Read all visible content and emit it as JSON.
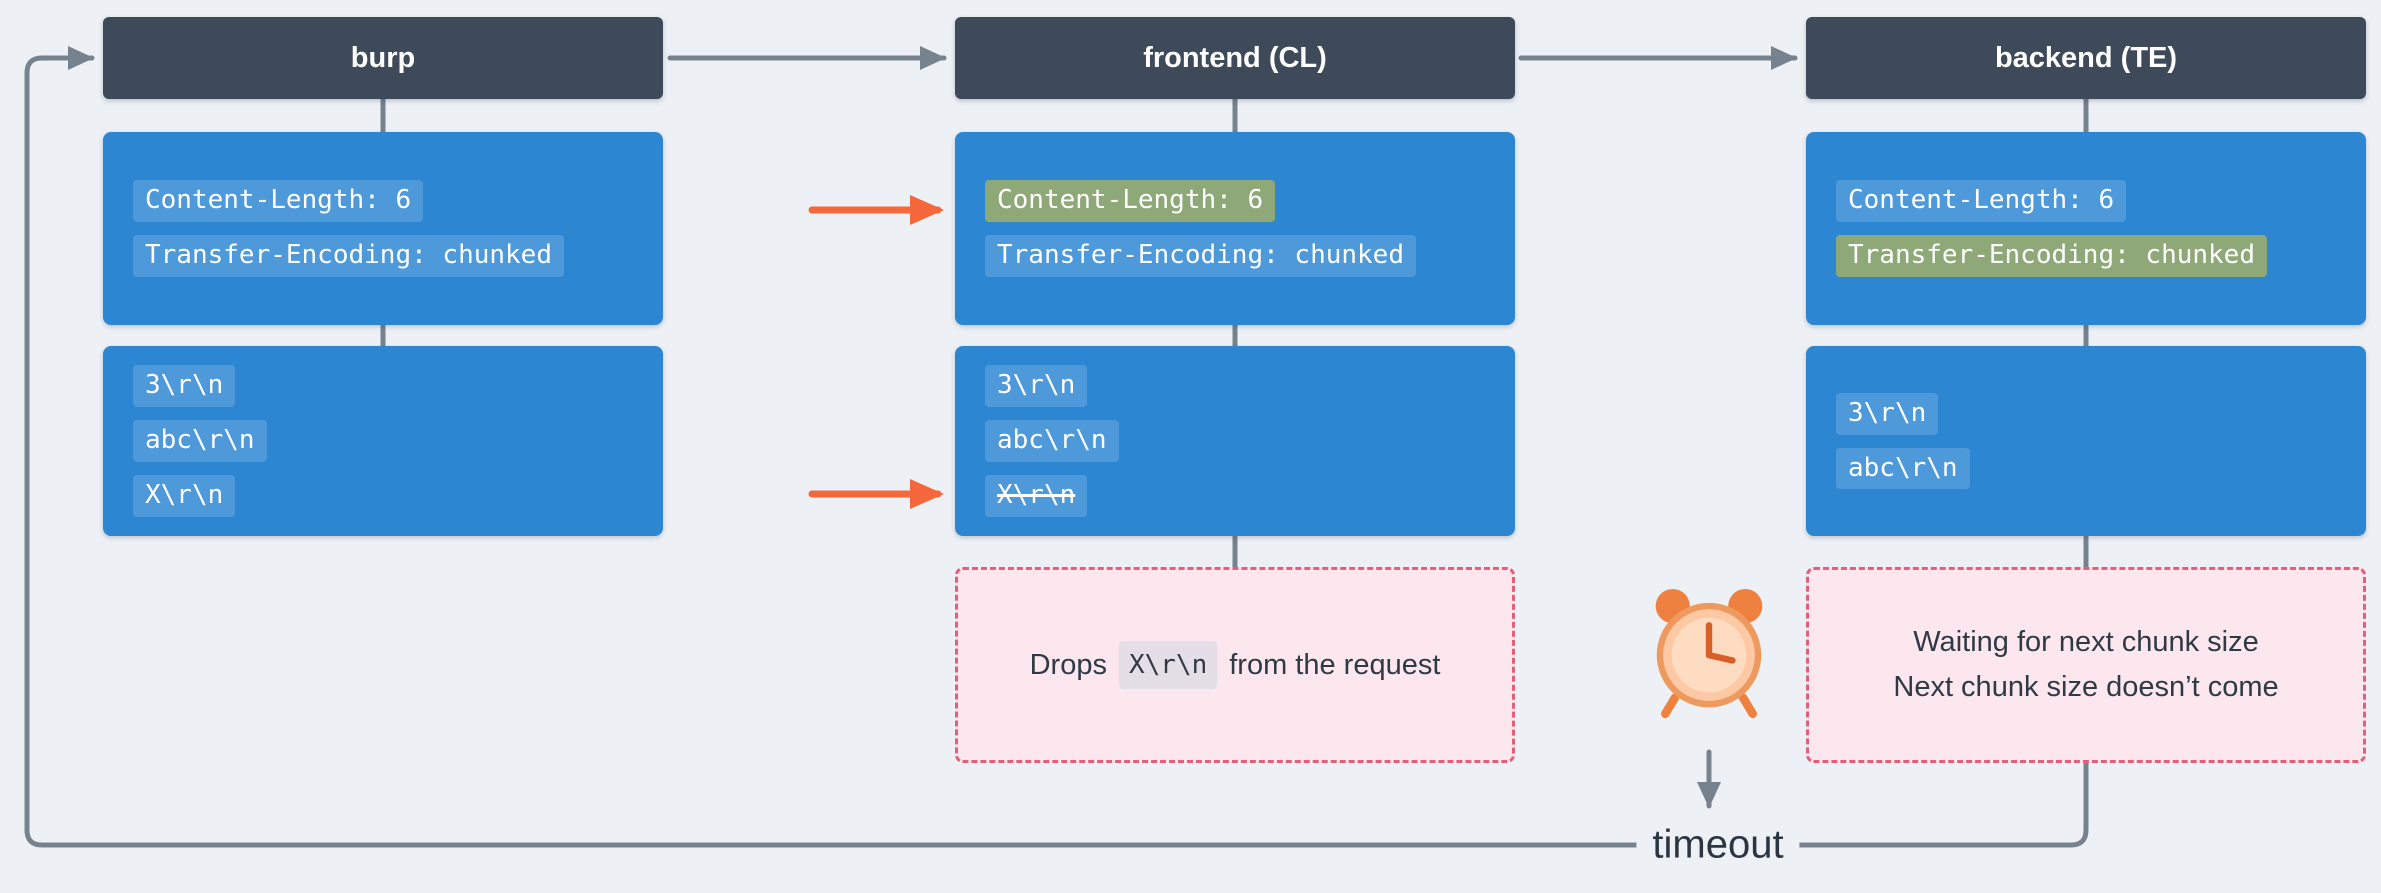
{
  "page": {
    "background": "#edf1f6"
  },
  "colors": {
    "node_header": "#3e4a59",
    "request_box": "#2c86d2",
    "highlight_green": "#8fa878",
    "arrow_gray": "#76828e",
    "arrow_orange": "#f4683c",
    "note_fill": "#fbe7ed",
    "note_border": "#e2607a"
  },
  "columns": [
    {
      "title": "burp",
      "header_lines": [
        "Content-Length: 6",
        "Transfer-Encoding: chunked"
      ],
      "body_lines": [
        "3\\r\\n",
        "abc\\r\\n",
        "X\\r\\n"
      ]
    },
    {
      "title": "frontend (CL)",
      "header_lines": [
        "Content-Length: 6",
        "Transfer-Encoding: chunked"
      ],
      "body_lines": [
        "3\\r\\n",
        "abc\\r\\n",
        "X\\r\\n"
      ],
      "note": {
        "prefix": "Drops",
        "code": "X\\r\\n",
        "suffix": "from the request"
      }
    },
    {
      "title": "backend (TE)",
      "header_lines": [
        "Content-Length: 6",
        "Transfer-Encoding: chunked"
      ],
      "body_lines": [
        "3\\r\\n",
        "abc\\r\\n"
      ],
      "note": {
        "lines": [
          "Waiting for next chunk size",
          "Next chunk size doesn’t come"
        ]
      }
    }
  ],
  "timeout_label": "timeout",
  "icons": {
    "alarm_clock": "alarm-clock"
  }
}
